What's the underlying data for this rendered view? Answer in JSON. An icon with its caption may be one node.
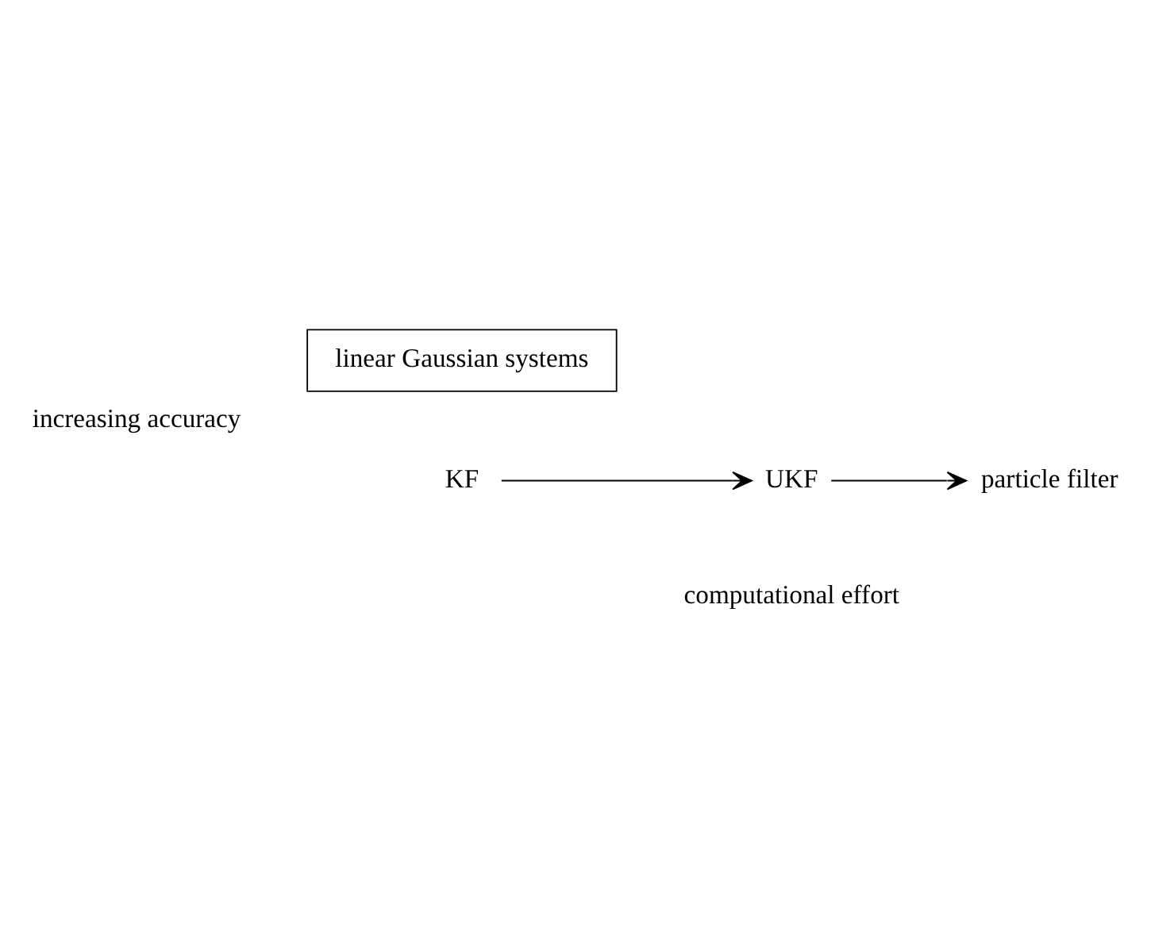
{
  "diagram": {
    "nodes": [
      {
        "text": [
          "linear Gaussian systems"
        ]
      },
      {
        "text": [
          "KF"
        ]
      },
      {
        "text": [
          "UKF"
        ]
      },
      {
        "text": [
          "particle filter"
        ]
      }
    ],
    "edges": [
      {
        "from": 1,
        "to": 2,
        "arrow": "to"
      },
      {
        "from": 2,
        "to": 3,
        "arrow": "to"
      }
    ],
    "labels": [
      "increasing accuracy",
      "computational effort"
    ]
  }
}
